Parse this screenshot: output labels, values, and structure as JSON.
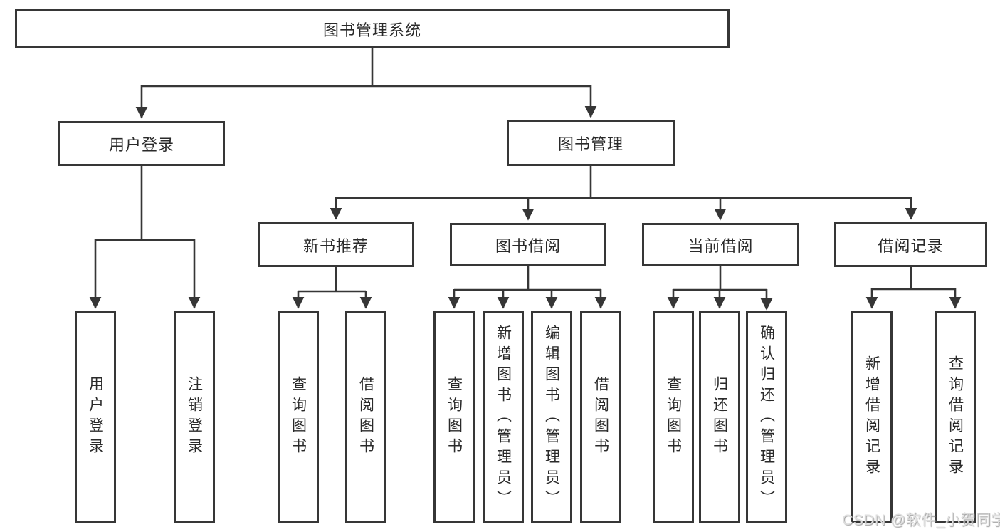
{
  "diagram_title": "图书管理系统",
  "nodes": {
    "root": {
      "label": "图书管理系统"
    },
    "level2": [
      {
        "id": "user-login",
        "label": "用户登录"
      },
      {
        "id": "book-management",
        "label": "图书管理"
      }
    ],
    "level3": [
      {
        "id": "new-book-recommend",
        "label": "新书推荐"
      },
      {
        "id": "book-borrowing",
        "label": "图书借阅"
      },
      {
        "id": "current-borrowing",
        "label": "当前借阅"
      },
      {
        "id": "borrowing-records",
        "label": "借阅记录"
      }
    ],
    "leaves": {
      "user_login": [
        "用户登录",
        "注销登录"
      ],
      "new_book": [
        "查询图书",
        "借阅图书"
      ],
      "book_borrow": [
        "查询图书",
        "新增图书（管理员）",
        "编辑图书（管理员）",
        "借阅图书"
      ],
      "current_borrow": [
        "查询图书",
        "归还图书",
        "确认归还（管理员）"
      ],
      "borrow_records": [
        "新增借阅记录",
        "查询借阅记录"
      ]
    }
  },
  "watermark": "CSDN @软件_小贺同学",
  "colors": {
    "line": "#363636",
    "box_border": "#363636",
    "text": "#2a2a2a",
    "background": "#ffffff",
    "watermark_text": "#dedede"
  }
}
